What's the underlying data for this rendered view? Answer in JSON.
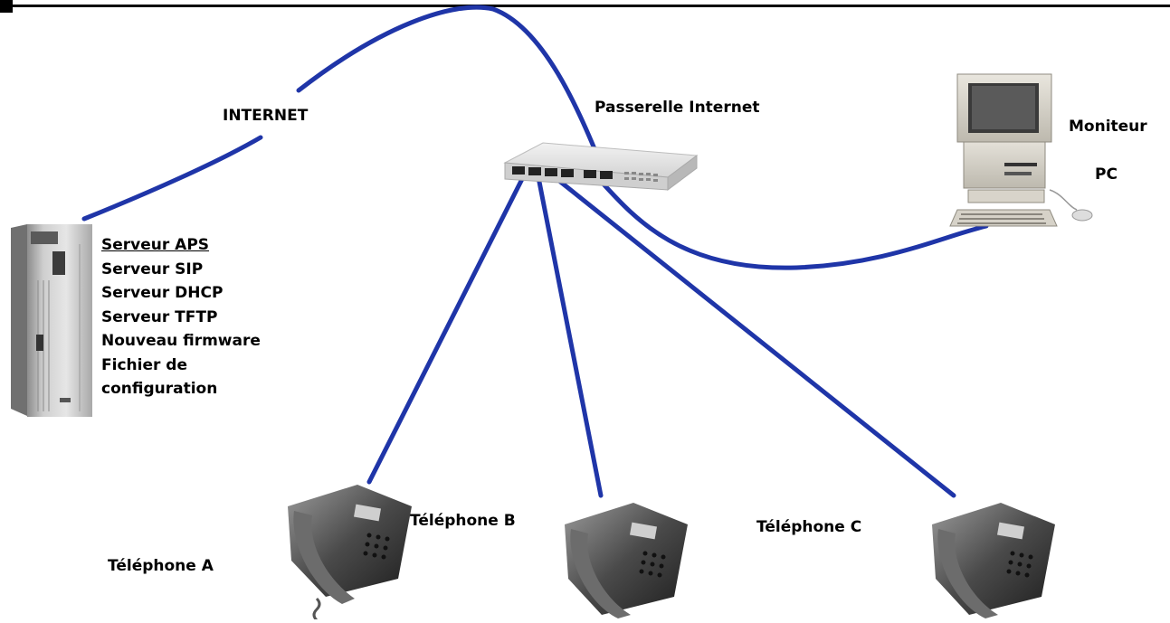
{
  "labels": {
    "internet": "INTERNET",
    "gateway": "Passerelle Internet",
    "monitor": "Moniteur",
    "pc": "PC",
    "phone_a": "Téléphone A",
    "phone_b": "Téléphone B",
    "phone_c": "Téléphone C"
  },
  "server_items": [
    "Serveur APS",
    "Serveur SIP",
    "Serveur DHCP",
    "Serveur TFTP",
    "Nouveau firmware",
    "Fichier de",
    "configuration"
  ],
  "colors": {
    "cable": "#1f35a8",
    "rule": "#000000"
  }
}
